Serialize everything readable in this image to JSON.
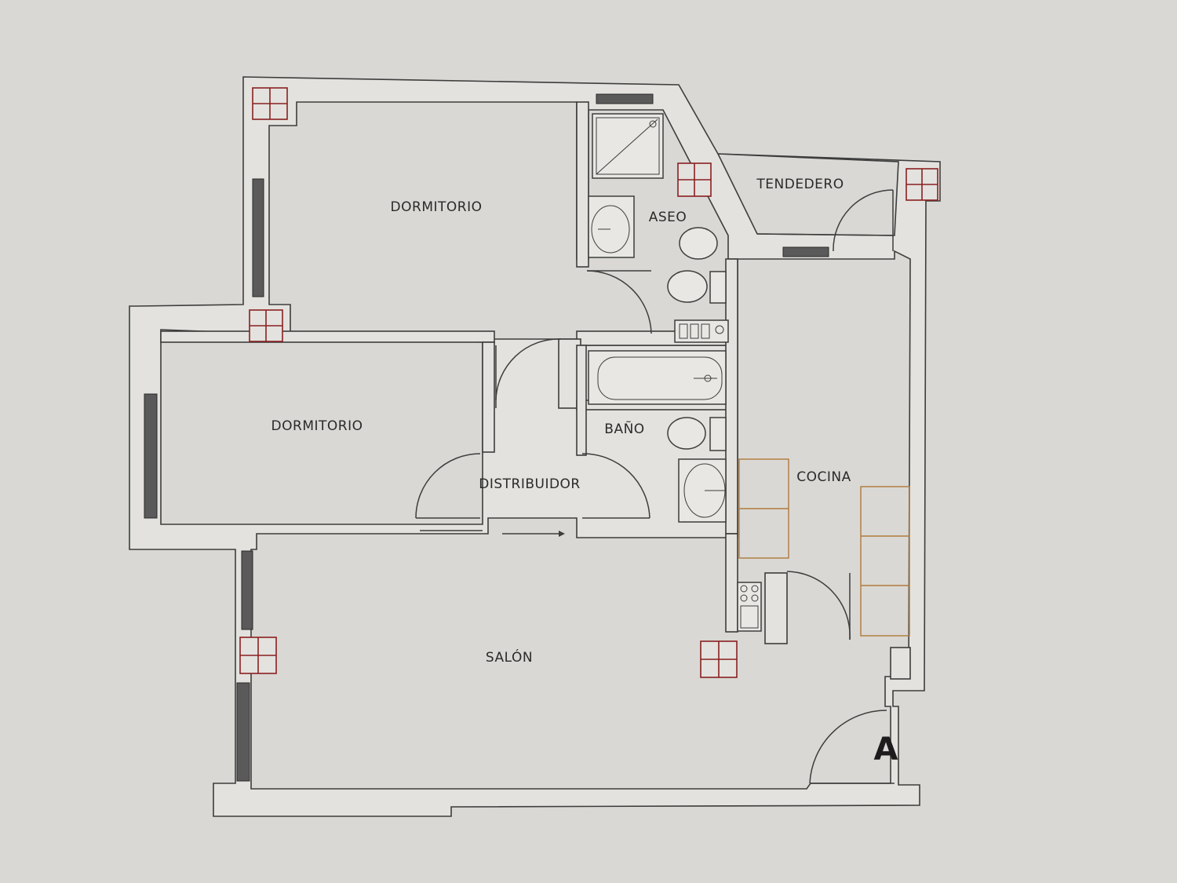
{
  "plan": {
    "unit_mark": "A",
    "rooms": {
      "dormitorio_1": "DORMITORIO",
      "dormitorio_2": "DORMITORIO",
      "aseo": "ASEO",
      "tendedero": "TENDEDERO",
      "bano": "BAÑO",
      "distribuidor": "DISTRIBUIDOR",
      "cocina": "COCINA",
      "salon": "SALÓN"
    }
  },
  "colors": {
    "background": "#d9d8d5",
    "walls": "#3d3d3d",
    "shafts": "#8a2020",
    "kitchen_counters": "#b07a3a"
  }
}
